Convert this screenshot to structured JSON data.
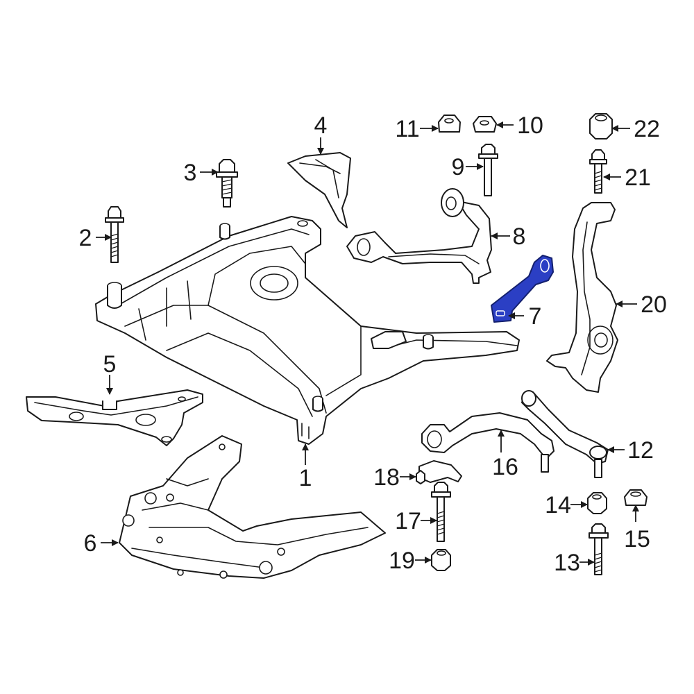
{
  "callouts": [
    {
      "id": "c1",
      "label": "1"
    },
    {
      "id": "c2",
      "label": "2"
    },
    {
      "id": "c3",
      "label": "3"
    },
    {
      "id": "c4",
      "label": "4"
    },
    {
      "id": "c5",
      "label": "5"
    },
    {
      "id": "c6",
      "label": "6"
    },
    {
      "id": "c7",
      "label": "7"
    },
    {
      "id": "c8",
      "label": "8"
    },
    {
      "id": "c9",
      "label": "9"
    },
    {
      "id": "c10",
      "label": "10"
    },
    {
      "id": "c11",
      "label": "11"
    },
    {
      "id": "c12",
      "label": "12"
    },
    {
      "id": "c13",
      "label": "13"
    },
    {
      "id": "c14",
      "label": "14"
    },
    {
      "id": "c15",
      "label": "15"
    },
    {
      "id": "c16",
      "label": "16"
    },
    {
      "id": "c17",
      "label": "17"
    },
    {
      "id": "c18",
      "label": "18"
    },
    {
      "id": "c19",
      "label": "19"
    },
    {
      "id": "c20",
      "label": "20"
    },
    {
      "id": "c21",
      "label": "21"
    },
    {
      "id": "c22",
      "label": "22"
    }
  ],
  "highlight": {
    "part": "7",
    "color": "#2b3fc4",
    "outline": "#14206e"
  }
}
